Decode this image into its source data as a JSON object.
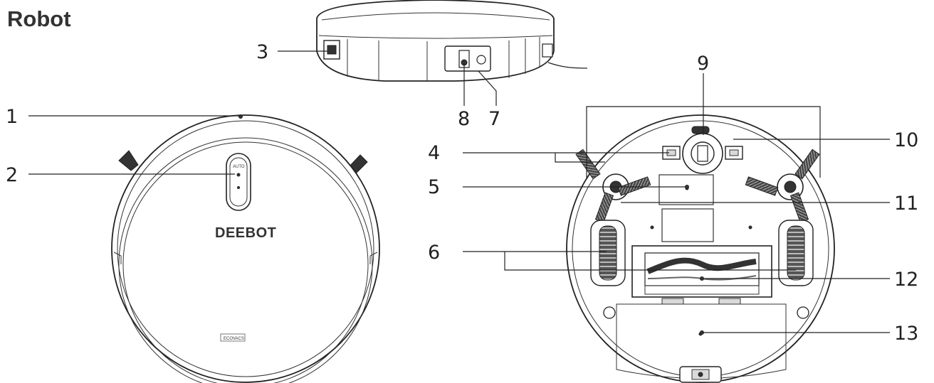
{
  "title": "Robot",
  "brand_text": "DEEBOT",
  "button_text": "AUTO",
  "badge_text": "ECOVACS",
  "callouts": [
    {
      "num": "1"
    },
    {
      "num": "2"
    },
    {
      "num": "3"
    },
    {
      "num": "4"
    },
    {
      "num": "5"
    },
    {
      "num": "6"
    },
    {
      "num": "7"
    },
    {
      "num": "8"
    },
    {
      "num": "9"
    },
    {
      "num": "10"
    },
    {
      "num": "11"
    },
    {
      "num": "12"
    },
    {
      "num": "13"
    }
  ],
  "colors": {
    "line": "#222222",
    "brush": "#2b2b2b",
    "panel": "#d9d9d9"
  }
}
